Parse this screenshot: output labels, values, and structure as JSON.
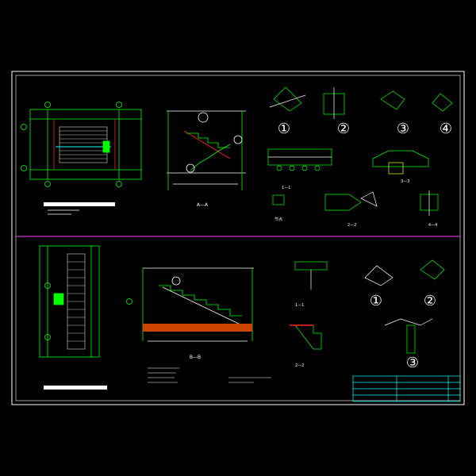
{
  "palette": {
    "background": "#000000",
    "frame": "#ffffff",
    "divider": "#cc33cc",
    "line_primary": "#00ff00",
    "line_secondary": "#ffffff",
    "accent_red": "#ff2222",
    "accent_cyan": "#00ffff",
    "accent_yellow": "#ffff00",
    "fill_ground": "#cc4400"
  },
  "callouts_top": [
    "①",
    "②",
    "③",
    "④"
  ],
  "callouts_bottom": [
    "①",
    "②",
    "③"
  ],
  "section_marks": {
    "top_mid": "A—A",
    "top_s1": "1—1",
    "top_s2": "2—2",
    "top_s3": "3—3",
    "top_s4": "4—4",
    "top_node": "节点",
    "bottom_mid": "B—B",
    "bottom_s1": "1—1",
    "bottom_s2": "2—2"
  },
  "icons": [
    "stair-section-drawing",
    "plan-view-drawing",
    "node-detail-drawing",
    "title-block"
  ]
}
